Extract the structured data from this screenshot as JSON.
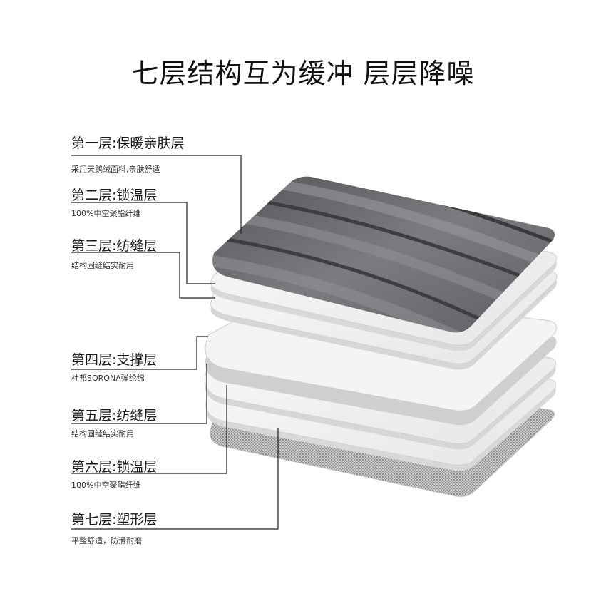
{
  "title": "七层结构互为缓冲 层层降噪",
  "layers": [
    {
      "name": "第一层:保暖亲肤层",
      "desc": "采用天鹅绒面料,亲肤舒适"
    },
    {
      "name": "第二层:锁温层",
      "desc": "100%中空聚酯纤维"
    },
    {
      "name": "第三层:纺缝层",
      "desc": "结构固缝结实耐用"
    },
    {
      "name": "第四层:支撑层",
      "desc": "杜邦SORONA弹纶绵"
    },
    {
      "name": "第五层:纺缝层",
      "desc": "结构固缝结实耐用"
    },
    {
      "name": "第六层:锁温层",
      "desc": "100%中空聚酯纤维"
    },
    {
      "name": "第七层:塑形层",
      "desc": "平整舒适，防滑耐磨"
    }
  ],
  "colors": {
    "velvet": "#6f6f72",
    "velvet_dark": "#3e3e42",
    "sheet": "#f2f2f2",
    "sheet_edge": "#d4d4d4",
    "mesh": "#b9b9b9",
    "line": "#222222"
  }
}
